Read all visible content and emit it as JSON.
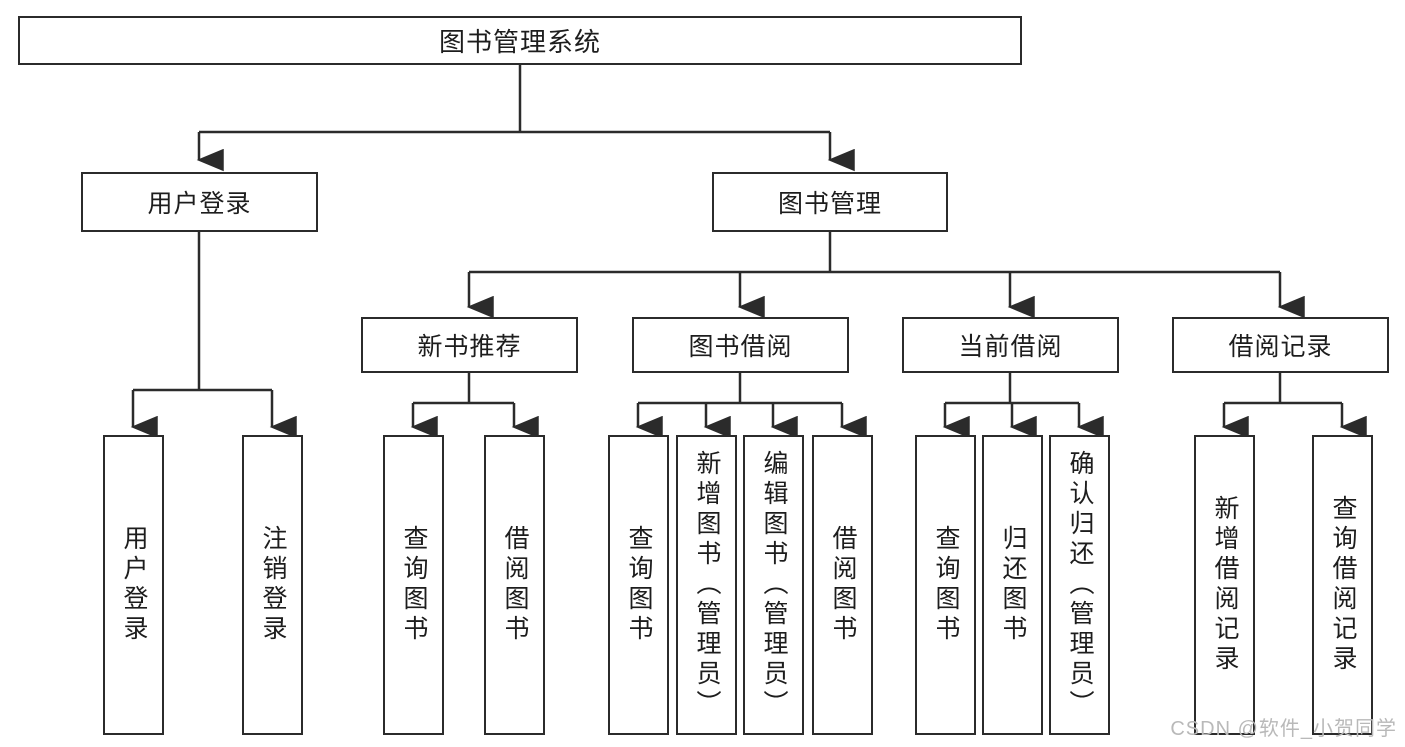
{
  "diagram": {
    "title": "图书管理系统",
    "type": "tree-hierarchy-chart",
    "colors": {
      "box_border": "#2b2b2b",
      "box_fill": "#ffffff",
      "connector": "#2b2b2b",
      "text": "#1d1d1d",
      "watermark": "#b9b9b9"
    },
    "root": {
      "label": "图书管理系统"
    },
    "level2": [
      {
        "label": "用户登录"
      },
      {
        "label": "图书管理"
      }
    ],
    "level3": [
      {
        "label": "新书推荐"
      },
      {
        "label": "图书借阅"
      },
      {
        "label": "当前借阅"
      },
      {
        "label": "借阅记录"
      }
    ],
    "leaves": {
      "user_login": [
        {
          "label": "用户登录"
        },
        {
          "label": "注销登录"
        }
      ],
      "new_book_recommend": [
        {
          "label": "查询图书"
        },
        {
          "label": "借阅图书"
        }
      ],
      "book_borrow": [
        {
          "label": "查询图书"
        },
        {
          "label": "新增图书（管理员）"
        },
        {
          "label": "编辑图书（管理员）"
        },
        {
          "label": "借阅图书"
        }
      ],
      "current_borrow": [
        {
          "label": "查询图书"
        },
        {
          "label": "归还图书"
        },
        {
          "label": "确认归还（管理员）"
        }
      ],
      "borrow_record": [
        {
          "label": "新增借阅记录"
        },
        {
          "label": "查询借阅记录"
        }
      ]
    }
  },
  "watermark": {
    "text": "CSDN @软件_小贺同学"
  }
}
